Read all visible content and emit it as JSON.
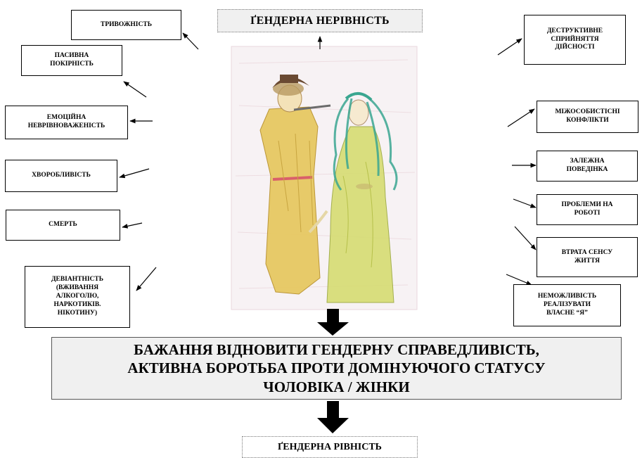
{
  "top_title": "ҐЕНДЕРНА НЕРІВНІСТЬ",
  "left_boxes": {
    "anxiety": "ТРИВОЖНІСТЬ",
    "passive": "ПАСИВНА\nПОКІРНІСТЬ",
    "emotional": "ЕМОЦІЙНА\nНЕВРІВНОВАЖЕНІСТЬ",
    "illness": "ХВОРОБЛИВІСТЬ",
    "death": "СМЕРТЬ",
    "deviance": "ДЕВІАНТНІСТЬ\n(ВЖИВАННЯ\nАЛКОГОЛЮ,\nНАРКОТИКІВ.\nНІКОТИНУ)"
  },
  "right_boxes": {
    "destructive": "ДЕСТРУКТИВНЕ\nСПРИЙНЯТТЯ\nДІЙСНОСТІ",
    "conflicts": "МІЖОСОБИСТІСНІ\nКОНФЛІКТИ",
    "dependent": "ЗАЛЕЖНА\nПОВЕДІНКА",
    "work": "ПРОБЛЕМИ НА\nРОБОТІ",
    "meaning": "ВТРАТА СЕНСУ\nЖИТТЯ",
    "self": "НЕМОЖЛИВІСТЬ\nРЕАЛІЗУВАТИ\nВЛАСНЕ “Я”"
  },
  "center_box": "БАЖАННЯ ВІДНОВИТИ ГЕНДЕРНУ СПРАВЕДЛИВІСТЬ,\nАКТИВНА БОРОТЬБА ПРОТИ ДОМІНУЮЧОГО СТАТУСУ\nЧОЛОВІКА / ЖІНКИ",
  "bottom_title": "ҐЕНДЕРНА РІВНІСТЬ",
  "colors": {
    "man_shirt": "#e6c65a",
    "woman_dress": "#d6dc72",
    "woman_hair": "#3aa690",
    "hat": "#6a4a32",
    "sash": "#d9606a"
  }
}
